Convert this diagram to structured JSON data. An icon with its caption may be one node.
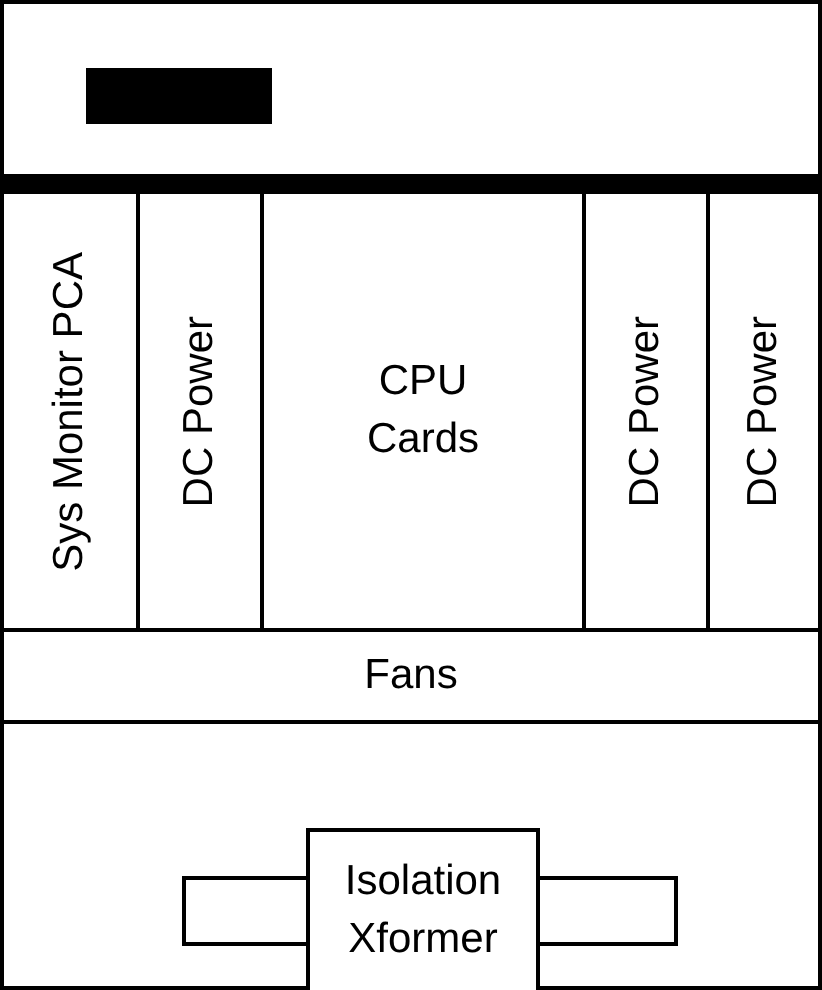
{
  "diagram": {
    "nodes": [
      {
        "text": [],
        "shape": "box"
      },
      {
        "text": [],
        "shape": "bar",
        "in": 0
      },
      {
        "text": [
          "Sys Monitor PCA"
        ]
      },
      {
        "text": [
          "DC Power"
        ]
      },
      {
        "text": [
          "CPU Cards"
        ]
      },
      {
        "text": [
          "DC Power"
        ]
      },
      {
        "text": [
          "DC Power"
        ]
      },
      {
        "text": [
          "Fans"
        ]
      },
      {
        "text": [],
        "shape": "box"
      },
      {
        "text": [],
        "shape": "box",
        "in": 8
      },
      {
        "text": [
          "Isolation Xformer"
        ],
        "in": 8
      },
      {
        "text": [],
        "shape": "box",
        "in": 8
      }
    ]
  }
}
